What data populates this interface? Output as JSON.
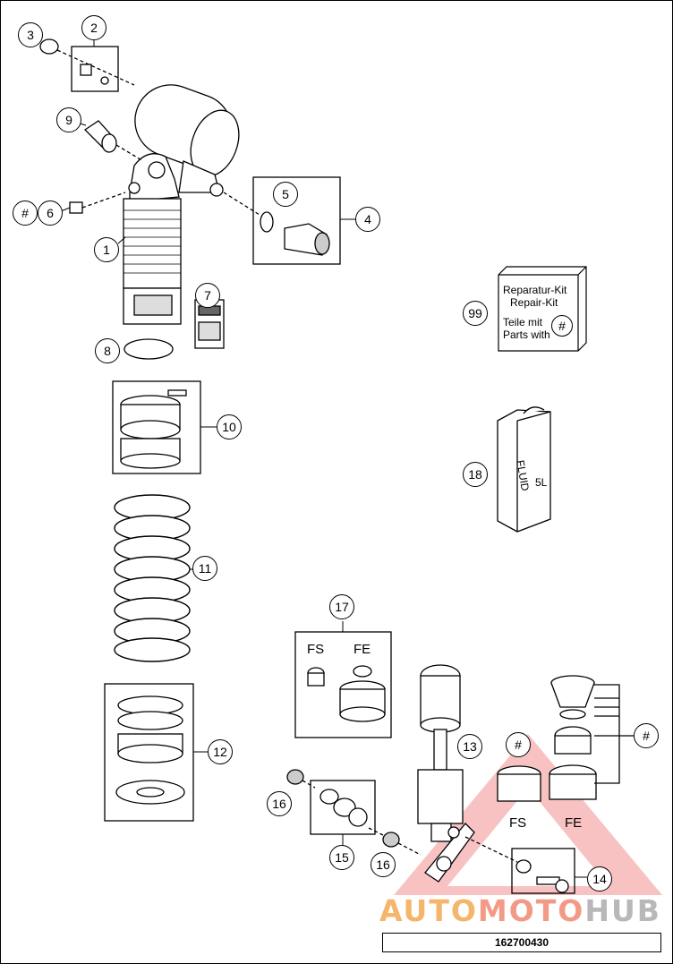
{
  "callouts": [
    {
      "id": "c3",
      "label": "3"
    },
    {
      "id": "c2",
      "label": "2"
    },
    {
      "id": "c9",
      "label": "9"
    },
    {
      "id": "chash6",
      "label": "#"
    },
    {
      "id": "c6",
      "label": "6"
    },
    {
      "id": "c1",
      "label": "1"
    },
    {
      "id": "c5",
      "label": "5"
    },
    {
      "id": "c4",
      "label": "4"
    },
    {
      "id": "c7",
      "label": "7"
    },
    {
      "id": "c8",
      "label": "8"
    },
    {
      "id": "c10",
      "label": "10"
    },
    {
      "id": "c11",
      "label": "11"
    },
    {
      "id": "c12",
      "label": "12"
    },
    {
      "id": "c99",
      "label": "99"
    },
    {
      "id": "c18",
      "label": "18"
    },
    {
      "id": "c17",
      "label": "17"
    },
    {
      "id": "c13",
      "label": "13"
    },
    {
      "id": "chash13",
      "label": "#"
    },
    {
      "id": "chashr",
      "label": "#"
    },
    {
      "id": "c16a",
      "label": "16"
    },
    {
      "id": "c15",
      "label": "15"
    },
    {
      "id": "c16b",
      "label": "16"
    },
    {
      "id": "c14",
      "label": "14"
    }
  ],
  "kit": {
    "line1": "Reparatur-Kit",
    "line2": "Repair-Kit",
    "line3": "Teile mit",
    "line4": "Parts with",
    "hash": "#"
  },
  "fluid": {
    "line1": "FLUID",
    "line2": "5L"
  },
  "labels": {
    "fs_top": "FS",
    "fe_top": "FE",
    "fs_bottom": "FS",
    "fe_bottom": "FE"
  },
  "watermark": {
    "part1": "AUTO",
    "part2": "MOTO",
    "part3": "HUB"
  },
  "part_number": "162700430"
}
